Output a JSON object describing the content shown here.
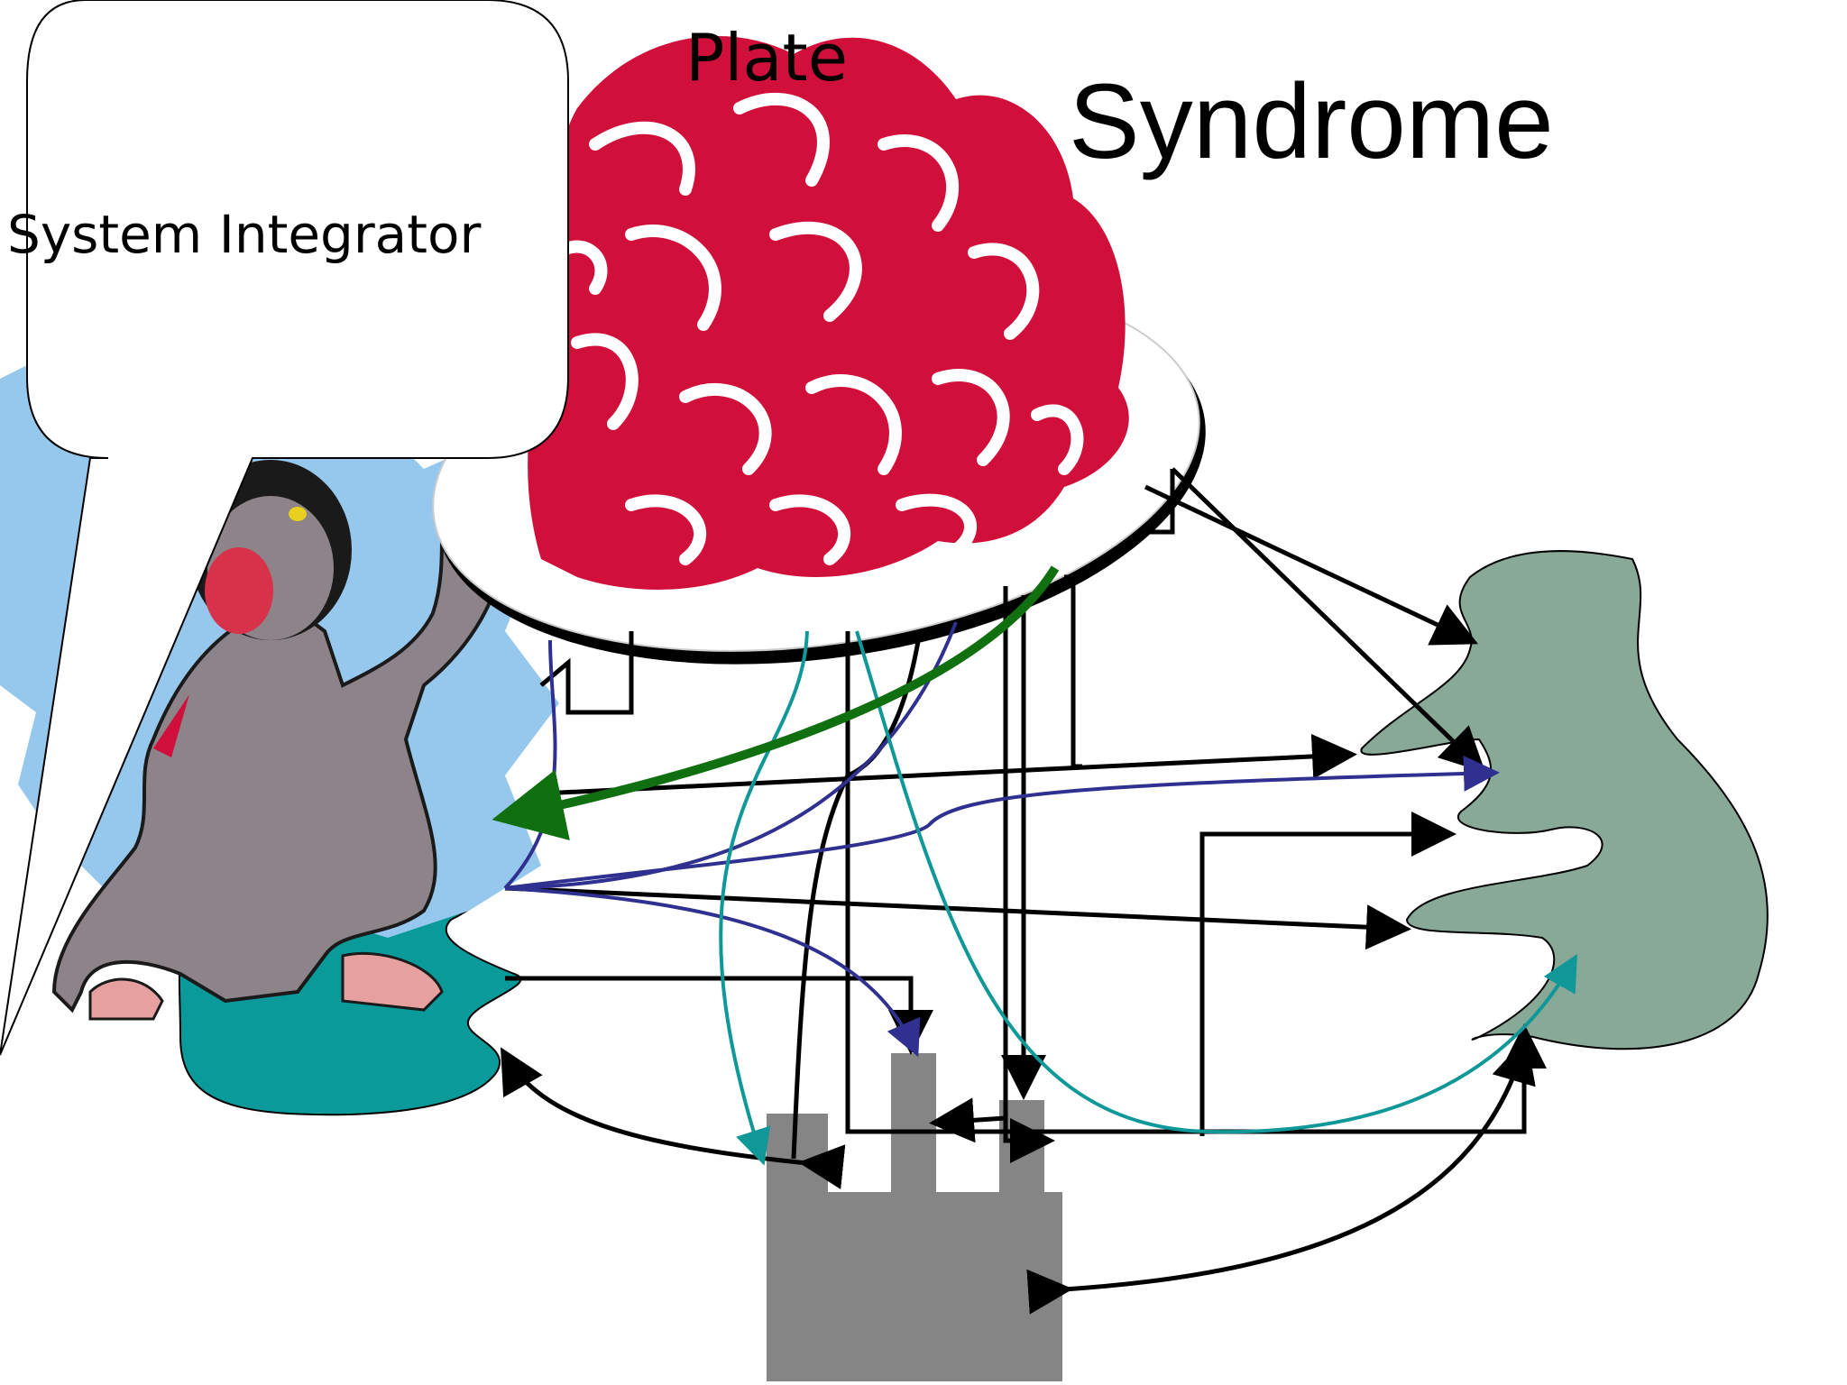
{
  "slide": {
    "title_visible": "Syndrome",
    "subtitle_visible": "Plate",
    "bubble_text": "System Integrator"
  },
  "colors": {
    "spaghetti": "#d0103a",
    "plate": "#ffffff",
    "right_blob": "#88a898",
    "left_blob": "#0a9a9a",
    "factory": "#858585",
    "sky": "#96c8ee",
    "gorilla": "#8c8488",
    "arrow_black": "#000000",
    "arrow_navy": "#303090",
    "arrow_teal": "#109898",
    "arrow_green": "#107010"
  },
  "icons": {
    "spaghetti_plate": "spaghetti-plate-icon",
    "gorilla": "gorilla-icon",
    "factory": "factory-icon",
    "right_blob": "system-blob-icon",
    "left_blob": "system-blob-icon",
    "speech_bubble": "speech-bubble-icon"
  }
}
